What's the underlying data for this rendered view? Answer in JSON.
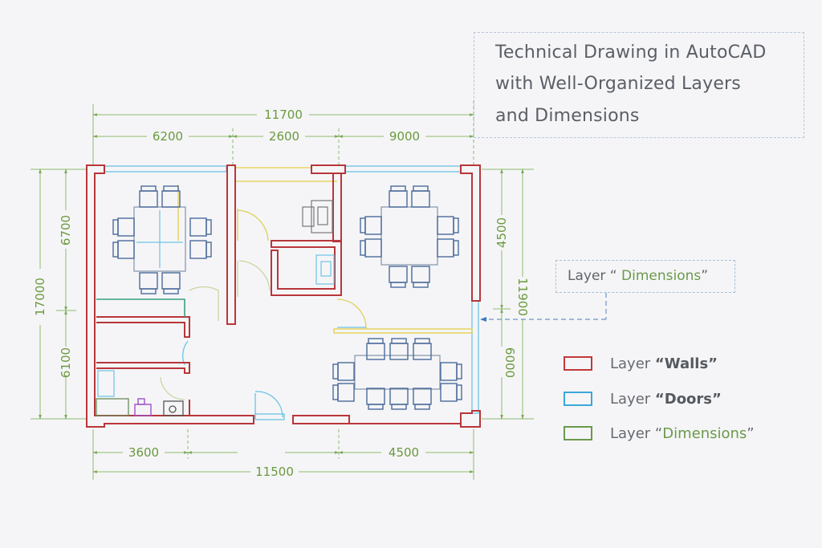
{
  "title": {
    "lines": [
      "Technical Drawing in AutoCAD",
      "with Well-Organized Layers",
      "and Dimensions"
    ]
  },
  "callout": {
    "prefix": "Layer “ ",
    "name": "Dimensions",
    "suffix": "”"
  },
  "legend": [
    {
      "prefix": "Layer ",
      "name": "“Walls”",
      "color": "#c0393b",
      "style": "bold"
    },
    {
      "prefix": "Layer ",
      "name": "“Doors”",
      "color": "#3aa8d8",
      "style": "bold"
    },
    {
      "prefix": "Layer “ ",
      "name": "Dimensions",
      "suffix": "”",
      "color": "#6a9a4a",
      "style": "green"
    }
  ],
  "dimensions": {
    "top_total": "11700",
    "top_segments": [
      "6200",
      "2600",
      "9000"
    ],
    "bottom_total": "11500",
    "bottom_segments": [
      "3600",
      "4500"
    ],
    "left_total": "17000",
    "left_segments": [
      "6700",
      "6100"
    ],
    "right_total": "11900",
    "right_segments": [
      "4500",
      "6000"
    ]
  },
  "colors": {
    "walls": "#b8363a",
    "doors": "#45b4de",
    "dimensions": "#7aab56",
    "furniture": "#4a6a9a",
    "yellow": "#e3cf4a",
    "background": "#f5f5f7"
  }
}
